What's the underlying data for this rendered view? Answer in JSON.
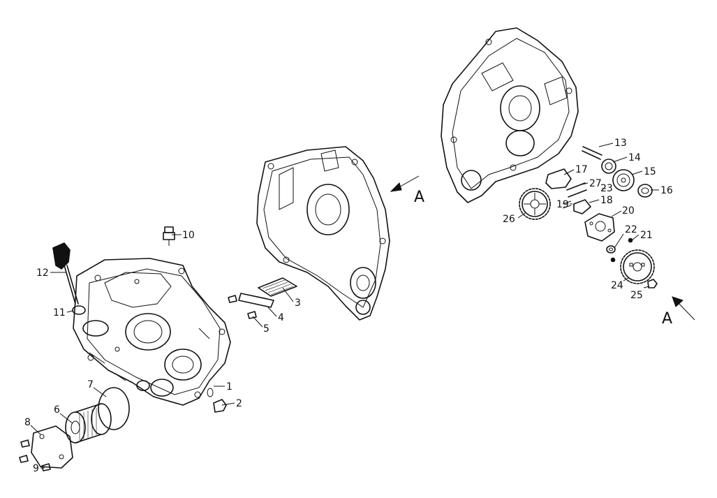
{
  "view_label": "A",
  "callouts": [
    {
      "id": "1",
      "text": "1"
    },
    {
      "id": "2",
      "text": "2"
    },
    {
      "id": "3",
      "text": "3"
    },
    {
      "id": "4",
      "text": "4"
    },
    {
      "id": "5",
      "text": "5"
    },
    {
      "id": "6",
      "text": "6"
    },
    {
      "id": "7",
      "text": "7"
    },
    {
      "id": "8",
      "text": "8"
    },
    {
      "id": "9",
      "text": "9"
    },
    {
      "id": "10",
      "text": "10"
    },
    {
      "id": "11",
      "text": "11"
    },
    {
      "id": "12",
      "text": "12"
    },
    {
      "id": "13",
      "text": "13"
    },
    {
      "id": "14",
      "text": "14"
    },
    {
      "id": "15",
      "text": "15"
    },
    {
      "id": "16",
      "text": "16"
    },
    {
      "id": "17",
      "text": "17"
    },
    {
      "id": "18",
      "text": "18"
    },
    {
      "id": "19",
      "text": "19"
    },
    {
      "id": "20",
      "text": "20"
    },
    {
      "id": "21",
      "text": "21"
    },
    {
      "id": "22",
      "text": "22"
    },
    {
      "id": "23",
      "text": "23"
    },
    {
      "id": "24",
      "text": "24"
    },
    {
      "id": "25",
      "text": "25"
    },
    {
      "id": "26",
      "text": "26"
    },
    {
      "id": "27",
      "text": "27"
    }
  ]
}
